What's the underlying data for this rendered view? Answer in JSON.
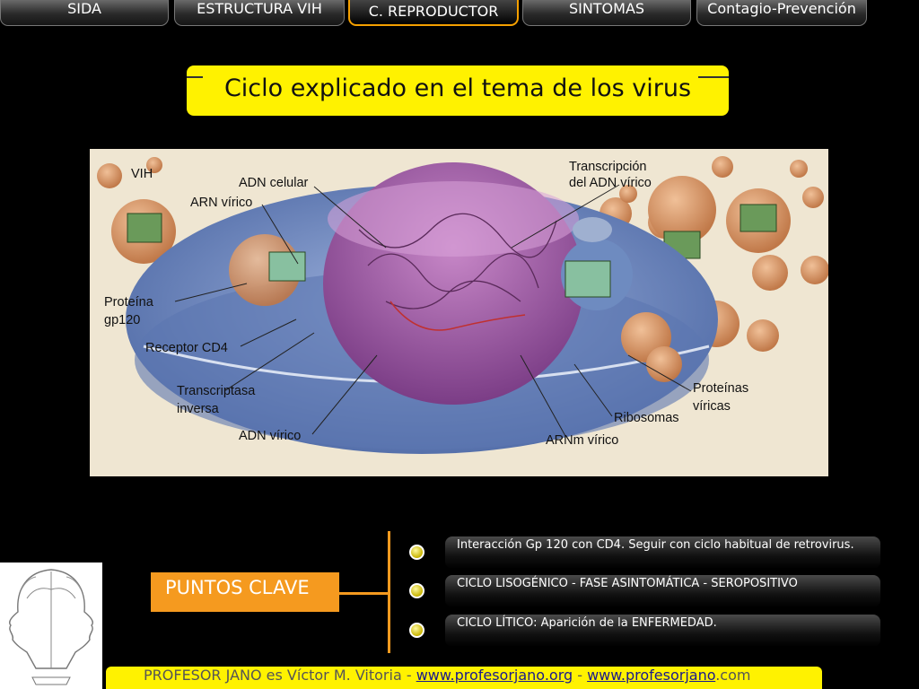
{
  "nav": {
    "tabs": [
      {
        "label": "SIDA",
        "active": false
      },
      {
        "label": "ESTRUCTURA VIH",
        "active": false
      },
      {
        "label": "C. REPRODUCTOR",
        "active": true
      },
      {
        "label": "SINTOMAS",
        "active": false
      },
      {
        "label": "Contagio-Prevención",
        "active": false
      }
    ]
  },
  "title": "Ciclo explicado en el tema de los virus",
  "diagram": {
    "labels": {
      "vih": "VIH",
      "adn_celular": "ADN celular",
      "arn_virico": "ARN vírico",
      "transcripcion_1": "Transcripción",
      "transcripcion_2": "del ADN vírico",
      "proteina_1": "Proteína",
      "proteina_2": "gp120",
      "receptor": "Receptor CD4",
      "transcriptasa_1": "Transcriptasa",
      "transcriptasa_2": "inversa",
      "adn_virico": "ADN vírico",
      "proteinas_1": "Proteínas",
      "proteinas_2": "víricas",
      "ribosomas": "Ribosomas",
      "arnm_virico": "ARNm vírico"
    }
  },
  "key_points": {
    "label": "PUNTOS CLAVE",
    "items": [
      "Interacción Gp 120 con CD4. Seguir con ciclo habitual de retrovirus.",
      "CICLO LISOGÉNICO - FASE ASINTOMÁTICA - SEROPOSITIVO",
      "CICLO LÍTICO: Aparición de la ENFERMEDAD."
    ]
  },
  "footer": {
    "prefix": "PROFESOR JANO es Víctor M. Vitoria - ",
    "link1": "www.profesorjano.org",
    "separator": " - ",
    "link2_linked": "www.profesorjano",
    "link2_tail": ".com"
  },
  "colors": {
    "accent_yellow": "#fff200",
    "accent_orange": "#f59a1f",
    "background": "#000000"
  }
}
